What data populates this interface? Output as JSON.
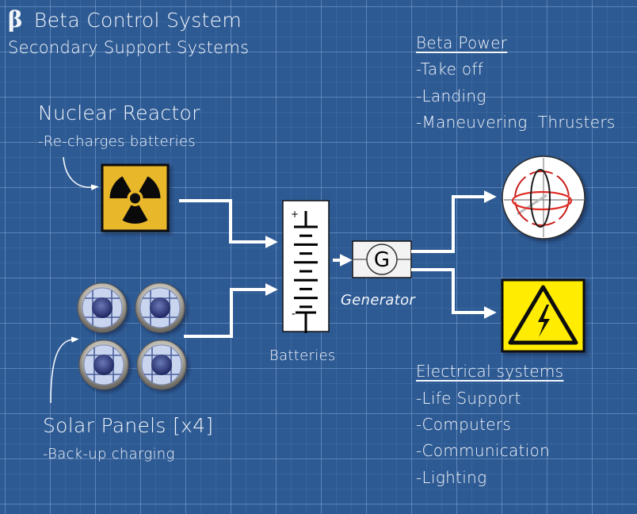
{
  "header": {
    "symbol": "β",
    "title": "Beta Control System",
    "subtitle": "Secondary Support Systems"
  },
  "nuclear": {
    "title": "Nuclear Reactor",
    "note": "-Re-charges batteries",
    "icon": "radiation-icon"
  },
  "solar": {
    "title": "Solar Panels [x4]",
    "note": "-Back-up charging",
    "icon": "solar-panel-icon",
    "count": 4
  },
  "batteries": {
    "label": "Batteries",
    "plus": "+",
    "minus": "-"
  },
  "generator": {
    "label": "Generator",
    "symbol": "G"
  },
  "beta_power": {
    "heading": "Beta Power",
    "items": [
      "-Take off",
      "-Landing",
      "-Maneuvering  Thrusters"
    ],
    "icon": "gyroscope-icon"
  },
  "electrical": {
    "heading": "Electrical systems",
    "items": [
      "-Life Support",
      "-Computers",
      "-Communication",
      "-Lighting"
    ],
    "icon": "high-voltage-icon"
  },
  "colors": {
    "background": "#2e5a93",
    "radiation_yellow": "#e8b82a",
    "voltage_yellow": "#ffec00",
    "gyro_red": "#c8201e"
  }
}
